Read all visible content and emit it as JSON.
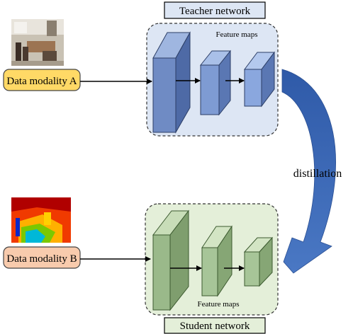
{
  "teacher": {
    "title": "Teacher network",
    "feature_label": "Feature maps"
  },
  "student": {
    "title": "Student network",
    "feature_label": "Feature maps"
  },
  "inputs": {
    "a_label": "Data modality A",
    "b_label": "Data modality B"
  },
  "distillation_label": "distillation",
  "colors": {
    "teacher_box_fill": "#dde6f4",
    "teacher_block": "#6f8bc4",
    "student_box_fill": "#e4efd9",
    "student_block": "#9ab98a",
    "modality_a_fill": "#ffd966",
    "modality_b_fill": "#f8cbad",
    "arrow_blue": "#3a66b3"
  }
}
